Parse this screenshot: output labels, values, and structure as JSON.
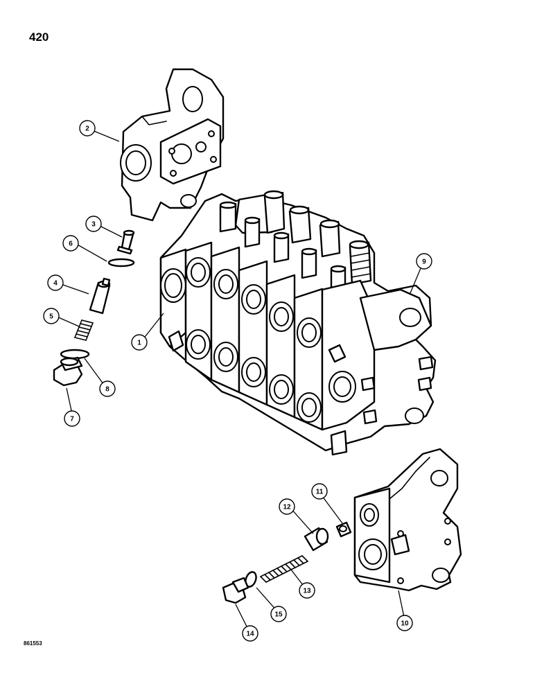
{
  "page": {
    "number": "420",
    "figure_code": "861553"
  },
  "callouts": [
    {
      "id": "c1",
      "label": "1"
    },
    {
      "id": "c2",
      "label": "2"
    },
    {
      "id": "c3",
      "label": "3"
    },
    {
      "id": "c4",
      "label": "4"
    },
    {
      "id": "c5",
      "label": "5"
    },
    {
      "id": "c6",
      "label": "6"
    },
    {
      "id": "c7",
      "label": "7"
    },
    {
      "id": "c8",
      "label": "8"
    },
    {
      "id": "c9",
      "label": "9"
    },
    {
      "id": "c10",
      "label": "10"
    },
    {
      "id": "c11",
      "label": "11"
    },
    {
      "id": "c12",
      "label": "12"
    },
    {
      "id": "c13",
      "label": "13"
    },
    {
      "id": "c14",
      "label": "14"
    },
    {
      "id": "c15",
      "label": "15"
    }
  ]
}
